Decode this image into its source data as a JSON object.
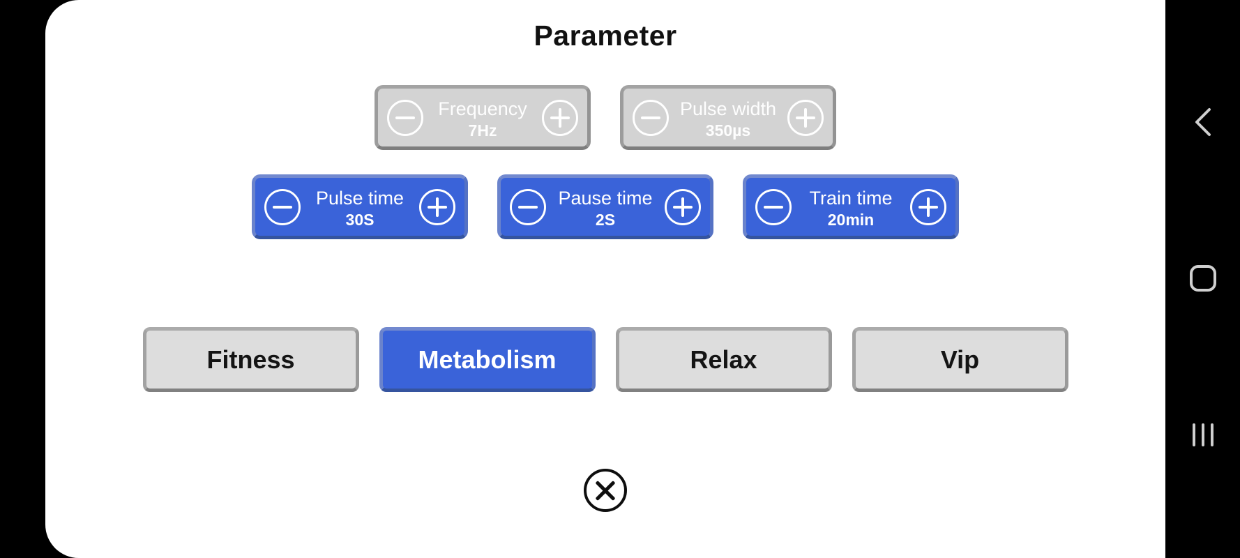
{
  "title": "Parameter",
  "colors": {
    "accent_blue": "#3a63d9",
    "disabled_fill": "#d3d3d3",
    "mode_fill": "#dddddd",
    "card_bg": "#ffffff",
    "frame_bg": "#000000",
    "nav_icon": "#cfcfcf"
  },
  "steppers": {
    "disabled": [
      {
        "label": "Frequency",
        "value": "7Hz"
      },
      {
        "label": "Pulse width",
        "value": "350µs"
      }
    ],
    "active": [
      {
        "label": "Pulse time",
        "value": "30S"
      },
      {
        "label": "Pause time",
        "value": "2S"
      },
      {
        "label": "Train time",
        "value": "20min"
      }
    ]
  },
  "modes": [
    {
      "label": "Fitness",
      "selected": false
    },
    {
      "label": "Metabolism",
      "selected": true
    },
    {
      "label": "Relax",
      "selected": false
    },
    {
      "label": "Vip",
      "selected": false
    }
  ]
}
